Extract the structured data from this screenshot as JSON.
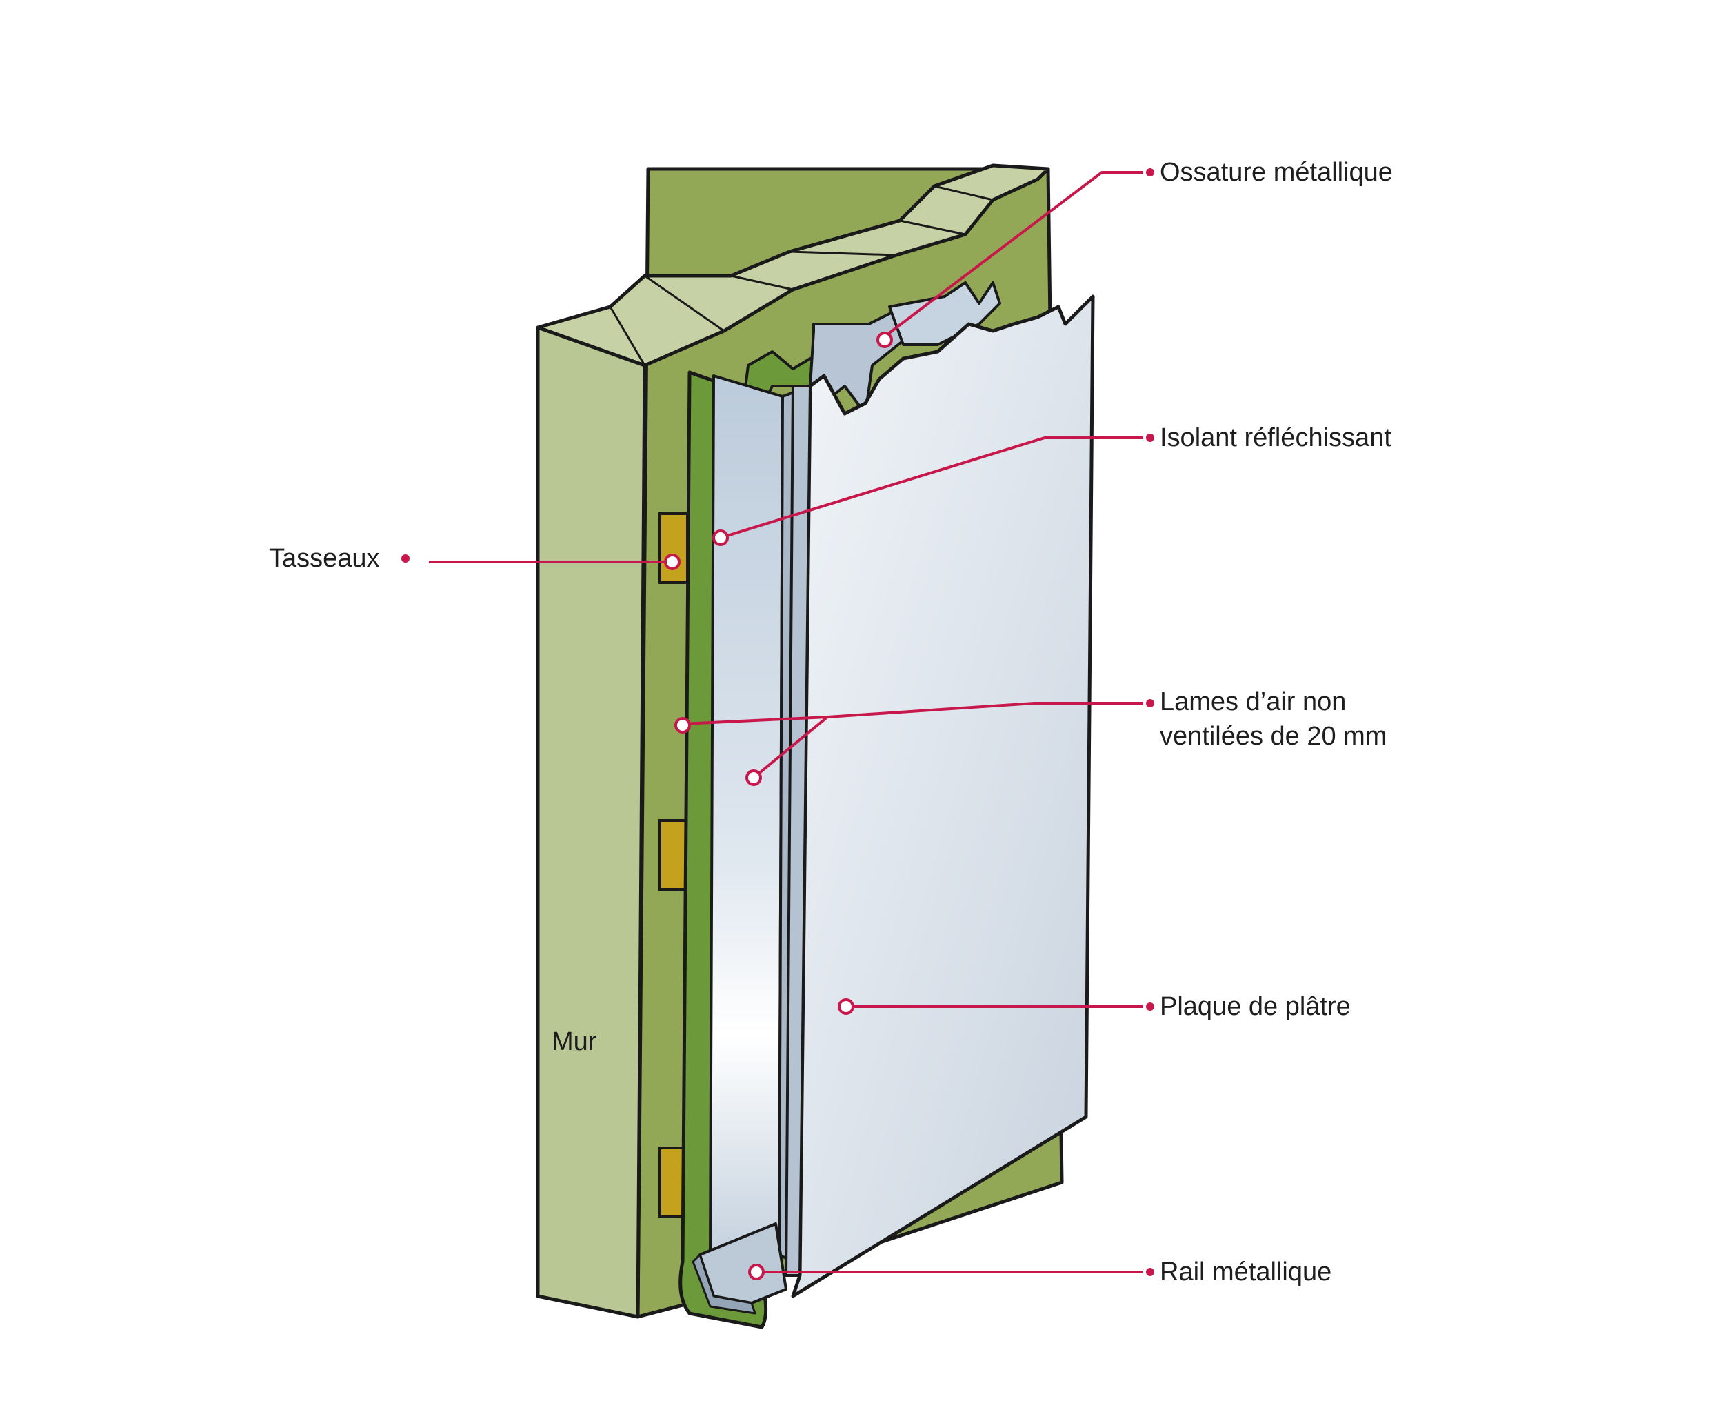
{
  "colors": {
    "leader_line": "#c8174a",
    "wall_face": "#b9c795",
    "wall_side": "#92a857",
    "wall_top": "#c7d1a6",
    "insulation_green": "#6c9a3a",
    "batten": "#c5a21d",
    "foil": "#c9d6e4",
    "plaster": "#e3e9ef",
    "outline": "#1a1a1a"
  },
  "labels": {
    "ossature": "Ossature  métallique",
    "isolant": "Isolant réfléchissant",
    "tasseaux": "Tasseaux",
    "lames_line1": "Lames d’air non",
    "lames_line2": "ventilées de 20 mm",
    "plaque": "Plaque de plâtre",
    "rail": "Rail métallique",
    "mur": "Mur"
  }
}
